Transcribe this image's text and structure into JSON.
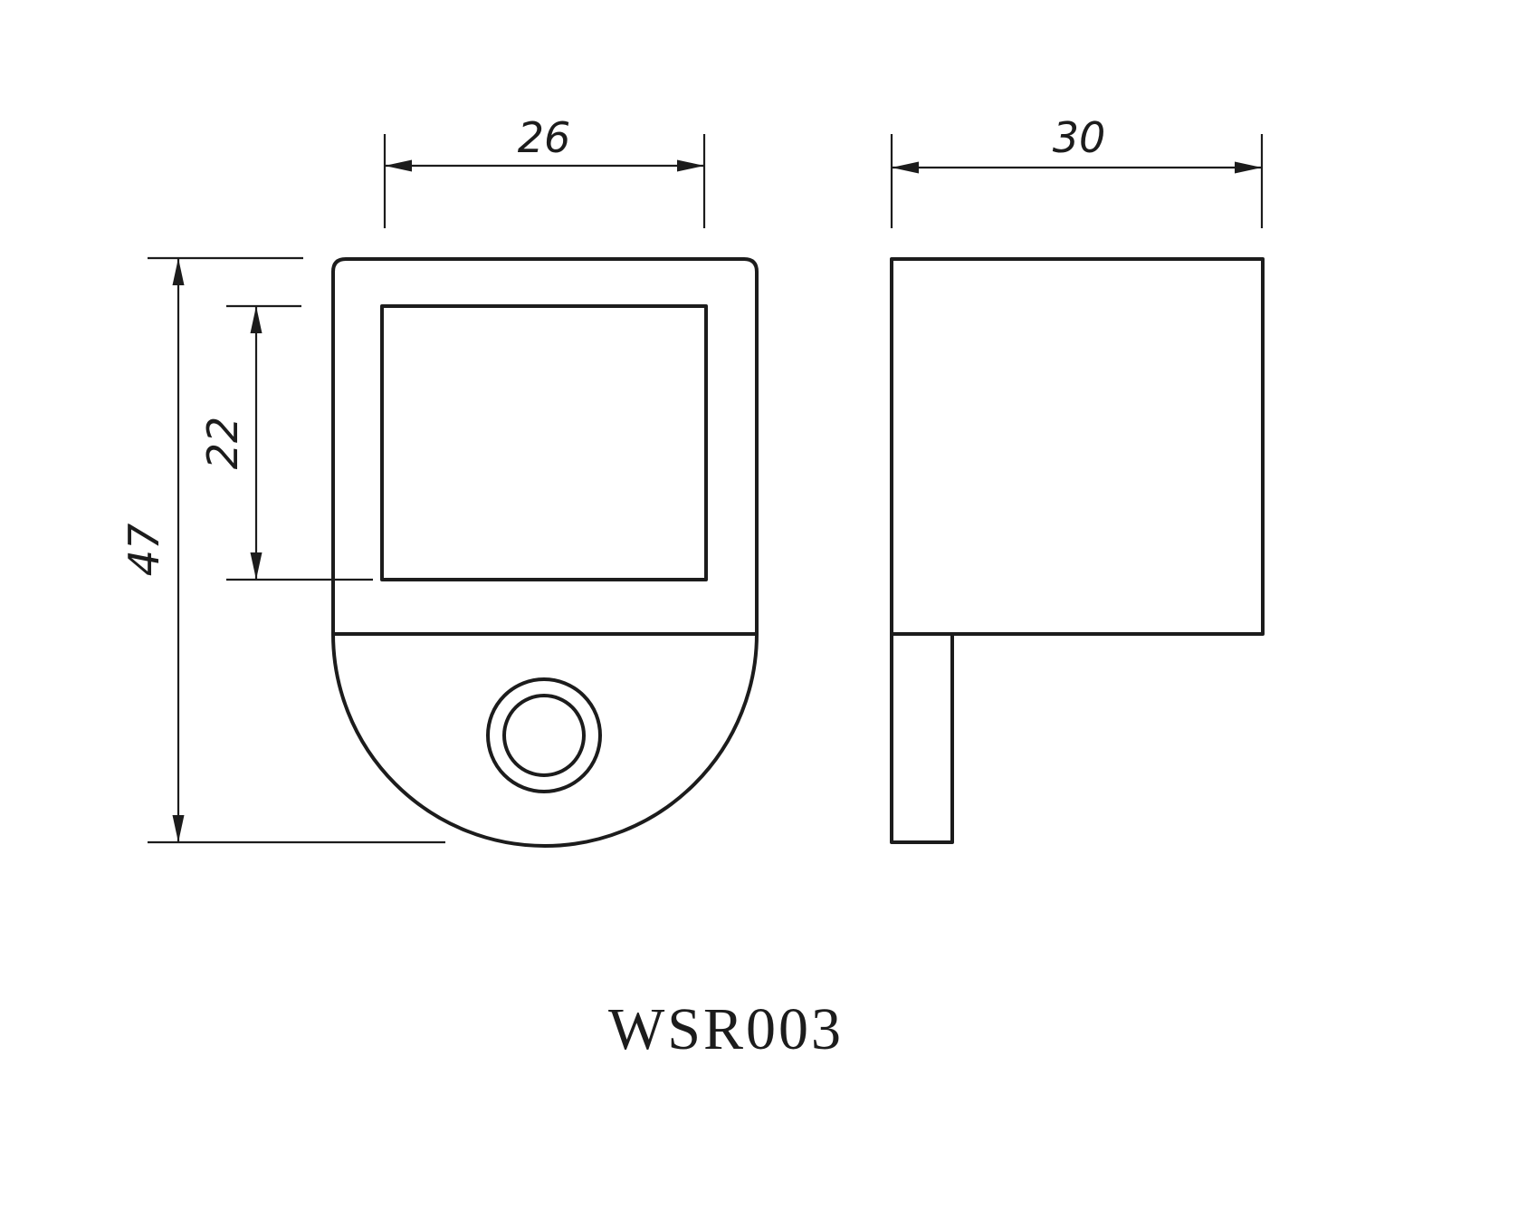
{
  "drawing": {
    "part_number": "WSR003",
    "dimensions": {
      "front_width": "26",
      "side_depth": "30",
      "window_height": "22",
      "overall_height": "47"
    },
    "colors": {
      "line": "#1c1c1c",
      "background": "#ffffff"
    }
  }
}
